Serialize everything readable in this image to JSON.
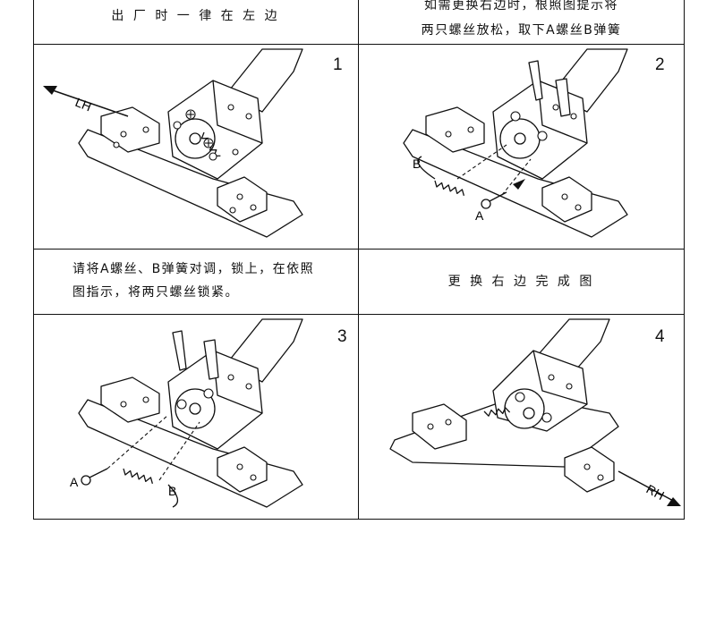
{
  "captions": {
    "top_left": "出 厂 时 一 律 在 左 边",
    "top_right_line1": "如需更换右边时，根照图提示将",
    "top_right_line2": "两只螺丝放松，取下A螺丝B弹簧",
    "mid_left_line1": "请将A螺丝、B弹簧对调，锁上，在依照",
    "mid_left_line2": "图指示，将两只螺丝锁紧。",
    "mid_right": "更 换 右 边 完 成 图"
  },
  "panels": {
    "p1": {
      "number": "1",
      "arrow_label": "LH"
    },
    "p2": {
      "number": "2",
      "label_a": "A",
      "label_b": "B"
    },
    "p3": {
      "number": "3",
      "label_a": "A",
      "label_b": "B"
    },
    "p4": {
      "number": "4",
      "arrow_label": "RH"
    }
  }
}
